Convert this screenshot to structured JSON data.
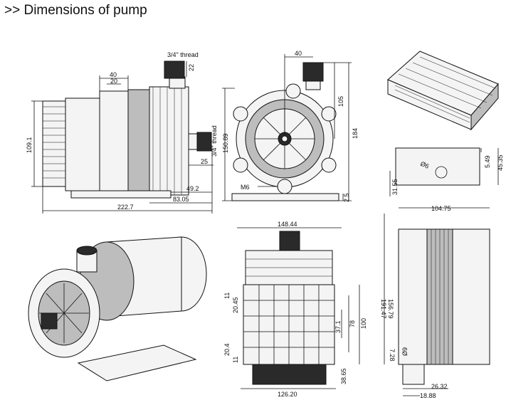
{
  "header": {
    "title": ">> Dimensions of pump"
  },
  "side_view": {
    "dims": {
      "d40": "40",
      "d20": "20",
      "d22": "22",
      "d109": "109.1",
      "d25": "25",
      "d49": "49.2",
      "d83": "83.05",
      "d222": "222.7"
    },
    "thread_top": "3/4\" thread",
    "thread_side": "3/4\" thread"
  },
  "front_view": {
    "dims": {
      "d40": "40",
      "d105": "105",
      "d184": "184",
      "d150": "150.89",
      "d25": "2.5"
    },
    "bolt": "M6"
  },
  "controller": {
    "dims": {
      "d549": "5.49",
      "d4535": "45.35",
      "d3155": "31.55",
      "d96": "Ø6"
    }
  },
  "bottom_view": {
    "dims": {
      "d148": "148.44",
      "d11a": "11",
      "d2045": "20.45",
      "d371": "37.1",
      "d78": "78",
      "d100": "100",
      "d204": "20.4",
      "d11b": "11",
      "d3865": "38.65",
      "d126": "126.20"
    }
  },
  "box_side": {
    "dims": {
      "d104": "104.75",
      "d156": "156.79",
      "d191": "191.47",
      "d728": "7.28",
      "d9": "Ø9",
      "d2632": "26.32",
      "d1888": "18.88"
    }
  }
}
